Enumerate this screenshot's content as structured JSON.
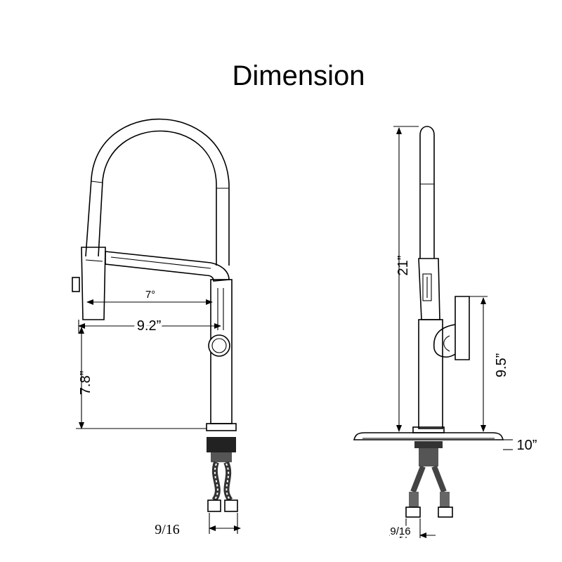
{
  "title": "Dimension",
  "front_view": {
    "spout_reach": "7°",
    "total_reach": "9.2”",
    "spout_height": "7.8”",
    "connector_size": "9/16"
  },
  "side_view": {
    "total_height": "21”",
    "handle_height": "9.5”",
    "deck_plate": "10”",
    "connector_size": "9/16"
  }
}
